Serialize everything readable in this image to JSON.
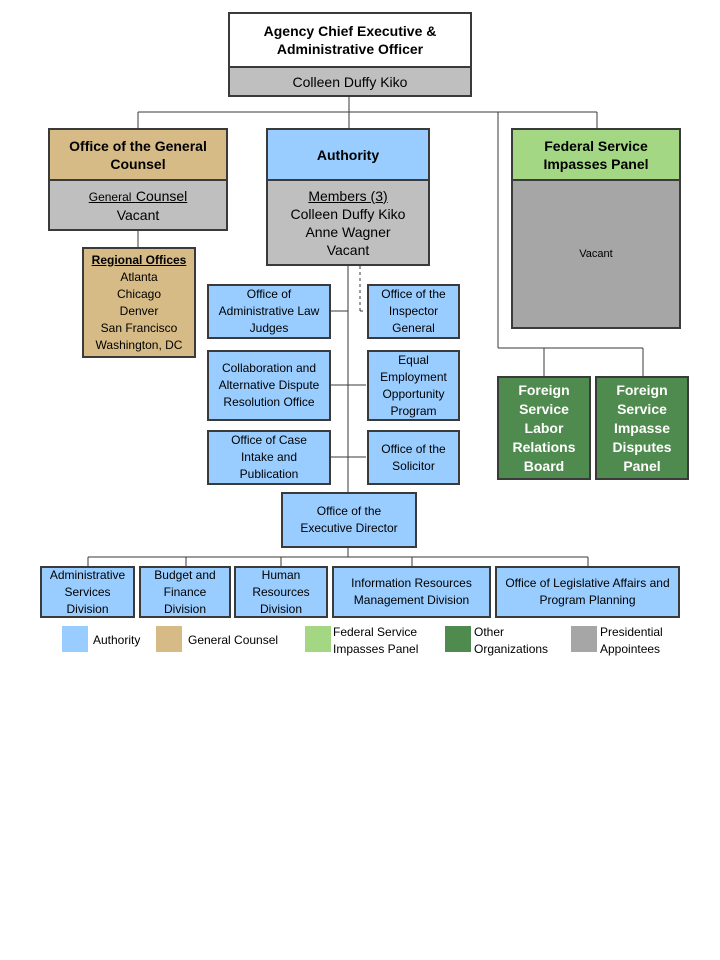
{
  "ceo": {
    "title": "Agency Chief Executive & Administrative Officer",
    "name": "Colleen Duffy Kiko"
  },
  "general_counsel": {
    "title": "Office of the General Counsel",
    "role_small": "General",
    "role_large": "Counsel",
    "status": "Vacant"
  },
  "regional_offices": {
    "title": "Regional Offices",
    "cities": [
      "Atlanta",
      "Chicago",
      "Denver",
      "San Francisco",
      "Washington, DC"
    ]
  },
  "authority": {
    "title": "Authority",
    "members_label": "Members (3)",
    "members": [
      "Colleen Duffy Kiko",
      "Anne Wagner",
      "Vacant"
    ]
  },
  "fsip": {
    "title": "Federal Service Impasses Panel",
    "status": "Vacant"
  },
  "fslrb": {
    "title": "Foreign Service Labor Relations Board"
  },
  "fsidp": {
    "title": "Foreign Service Impasse Disputes Panel"
  },
  "offices": {
    "alj": "Office of Administrative Law Judges",
    "oig": "Office of the Inspector General",
    "cadro": "Collaboration and Alternative Dispute Resolution Office",
    "eeo": "Equal Employment Opportunity Program",
    "case_intake": "Office of Case Intake and Publication",
    "solicitor": "Office of the Solicitor",
    "exec_director": "Office of the Executive Director"
  },
  "divisions": {
    "admin": "Administrative Services Division",
    "budget": "Budget and Finance Division",
    "hr": "Human Resources Division",
    "irm": "Information Resources Management Division",
    "legislative": "Office of Legislative Affairs and Program Planning"
  },
  "legend": [
    {
      "label": "Authority",
      "color": "#99ccff"
    },
    {
      "label": "General Counsel",
      "color": "#d6bb86"
    },
    {
      "label": "Federal Service Impasses Panel",
      "color": "#a3d783"
    },
    {
      "label": "Other Organizations",
      "color": "#4f8a4f"
    },
    {
      "label": "Presidential Appointees",
      "color": "#a6a6a6"
    }
  ]
}
